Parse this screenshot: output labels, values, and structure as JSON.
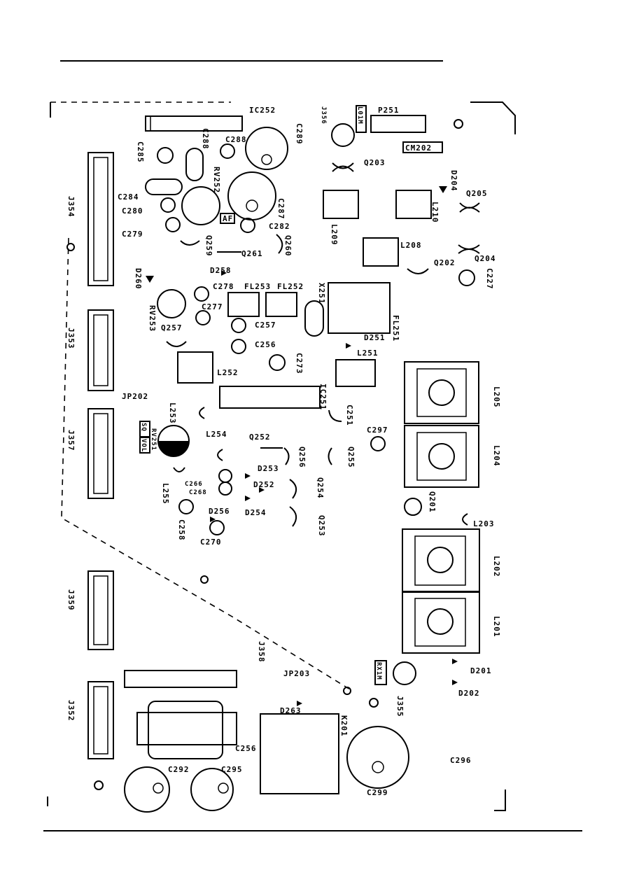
{
  "labels": {
    "ic252": "IC252",
    "p251": "P251",
    "j356": "J356",
    "l01m": "L01M",
    "cm202": "CM202",
    "c288a": "C288",
    "c289": "C289",
    "c288b": "C288",
    "c285": "C285",
    "q203": "Q203",
    "rv252": "RV252",
    "c284": "C284",
    "c280": "C280",
    "c279": "C279",
    "c287": "C287",
    "af": "AF",
    "c282": "C282",
    "d204": "D204",
    "q205": "Q205",
    "l209": "L209",
    "l210": "L210",
    "q259": "Q259",
    "q260": "Q260",
    "q261": "Q261",
    "l208": "L208",
    "q204": "Q204",
    "d258": "D258",
    "q202": "Q202",
    "c227": "C227",
    "d260": "D260",
    "c278": "C278",
    "fl253": "FL253",
    "fl252": "FL252",
    "x251": "X251",
    "c277": "C277",
    "rv253": "RV253",
    "c257": "C257",
    "q257": "Q257",
    "d251": "D251",
    "fl251": "FL251",
    "c256": "C256",
    "c273": "C273",
    "l251": "L251",
    "j354": "J354",
    "j353": "J353",
    "l252": "L252",
    "jp202": "JP202",
    "ic251": "IC251",
    "c251": "C251",
    "l205": "L205",
    "j357": "J357",
    "l253": "L253",
    "l254": "L254",
    "q252": "Q252",
    "c297": "C297",
    "rv251": "RV251",
    "sq": "SQ",
    "vol": "VOL",
    "q256": "Q256",
    "q255": "Q255",
    "l204": "L204",
    "d253": "D253",
    "c266": "C266",
    "c268": "C268",
    "d252": "D252",
    "q254": "Q254",
    "q201": "Q201",
    "l255": "L255",
    "d254": "D254",
    "c258": "C258",
    "d256": "D256",
    "q253": "Q253",
    "l203": "L203",
    "c270": "C270",
    "l202": "L202",
    "j359": "J359",
    "l201": "L201",
    "j358": "J358",
    "rx1m": "RX1M",
    "d201": "D201",
    "jp203": "JP203",
    "d202": "D202",
    "j355": "J355",
    "j352": "J352",
    "d263": "D263",
    "k201": "K201",
    "c256b": "C256",
    "c292": "C292",
    "c295": "C295",
    "c296": "C296",
    "c299": "C299"
  }
}
